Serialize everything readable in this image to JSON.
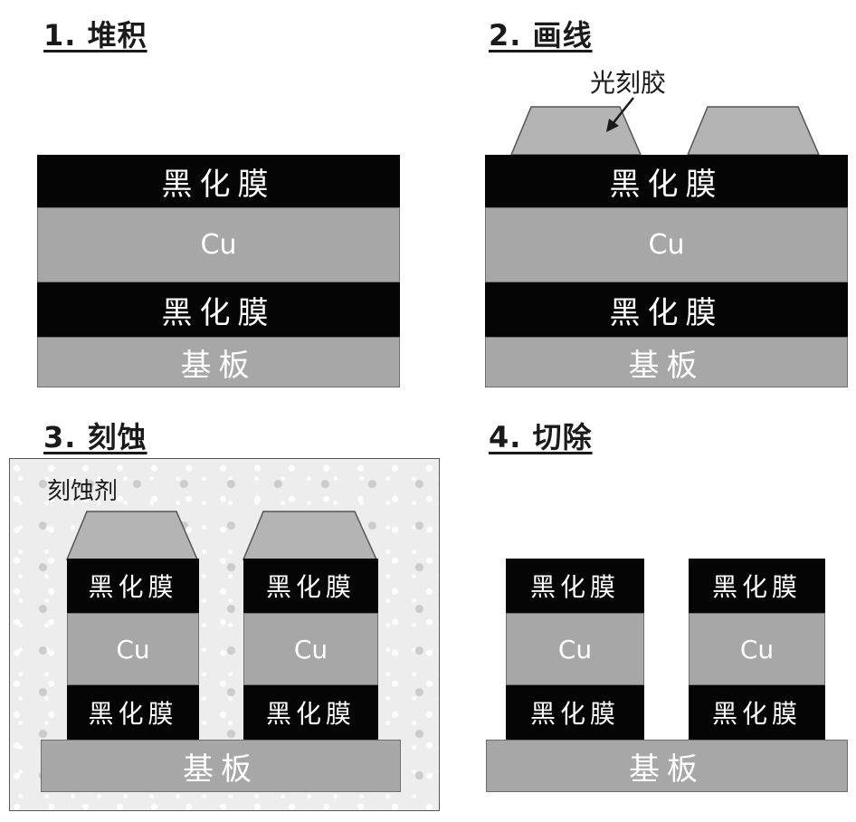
{
  "steps": [
    {
      "title": "1. 堆积"
    },
    {
      "title": "2. 画线"
    },
    {
      "title": "3. 刻蚀"
    },
    {
      "title": "4. 切除"
    }
  ],
  "labels": {
    "photoresist": "光刻胶",
    "etchant": "刻蚀剂"
  },
  "layers": {
    "black_film": "黑化膜",
    "copper": "Cu",
    "substrate": "基板"
  },
  "colors": {
    "black_film": "#050505",
    "copper": "#a7a7a7",
    "substrate": "#a7a7a7",
    "photoresist": "#b4b4b4",
    "etchant_bg": "#ededed"
  }
}
